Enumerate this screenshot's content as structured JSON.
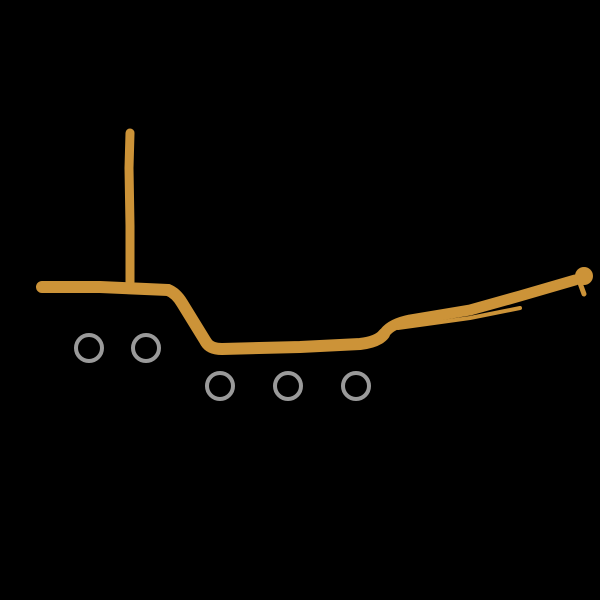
{
  "illustration": {
    "subject": "lowboy-trailer-silhouette",
    "background_color": "#000000",
    "frame_color": "#CC9338",
    "wheel_color": "#9A9A9A",
    "wheel_groups": [
      {
        "group": "front-axles",
        "count": 2
      },
      {
        "group": "rear-axles",
        "count": 3
      }
    ]
  }
}
